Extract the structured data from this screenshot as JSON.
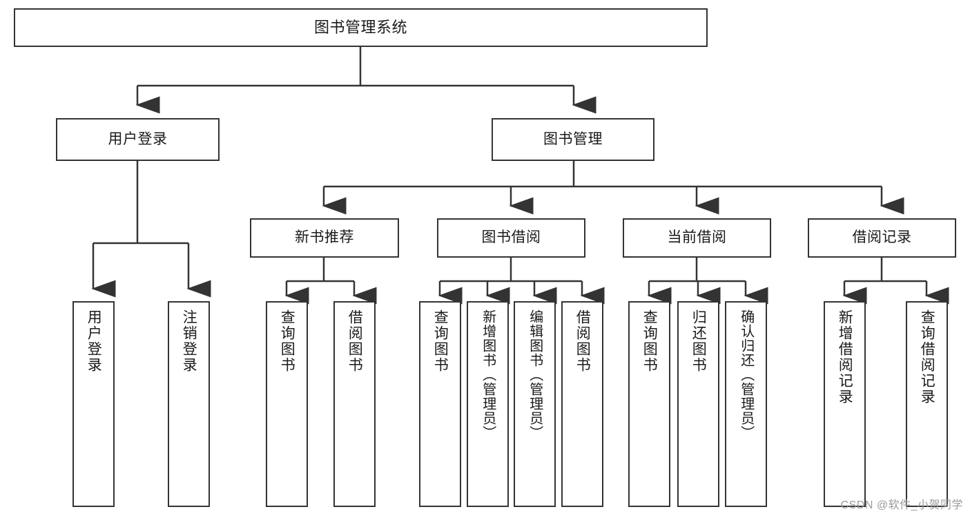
{
  "diagram": {
    "title": "图书管理系统",
    "type": "tree",
    "watermark": "CSDN @软件_小贺同学",
    "nodes": {
      "root": {
        "label": "图书管理系统"
      },
      "level2": [
        {
          "label": "用户登录"
        },
        {
          "label": "图书管理"
        }
      ],
      "level3": [
        {
          "label": "新书推荐"
        },
        {
          "label": "图书借阅"
        },
        {
          "label": "当前借阅"
        },
        {
          "label": "借阅记录"
        }
      ],
      "leaves": {
        "user_login": [
          {
            "label": "用户登录"
          },
          {
            "label": "注销登录"
          }
        ],
        "new_book": [
          {
            "label": "查询图书"
          },
          {
            "label": "借阅图书"
          }
        ],
        "book_borrow": [
          {
            "label": "查询图书"
          },
          {
            "label": "新增图书（管理员）"
          },
          {
            "label": "编辑图书（管理员）"
          },
          {
            "label": "借阅图书"
          }
        ],
        "current_borrow": [
          {
            "label": "查询图书"
          },
          {
            "label": "归还图书"
          },
          {
            "label": "确认归还（管理员）"
          }
        ],
        "borrow_record": [
          {
            "label": "新增借阅记录"
          },
          {
            "label": "查询借阅记录"
          }
        ]
      }
    },
    "colors": {
      "stroke": "#333333",
      "fill": "#ffffff",
      "text": "#1a1a1a",
      "watermark": "#9a9a9a"
    }
  }
}
